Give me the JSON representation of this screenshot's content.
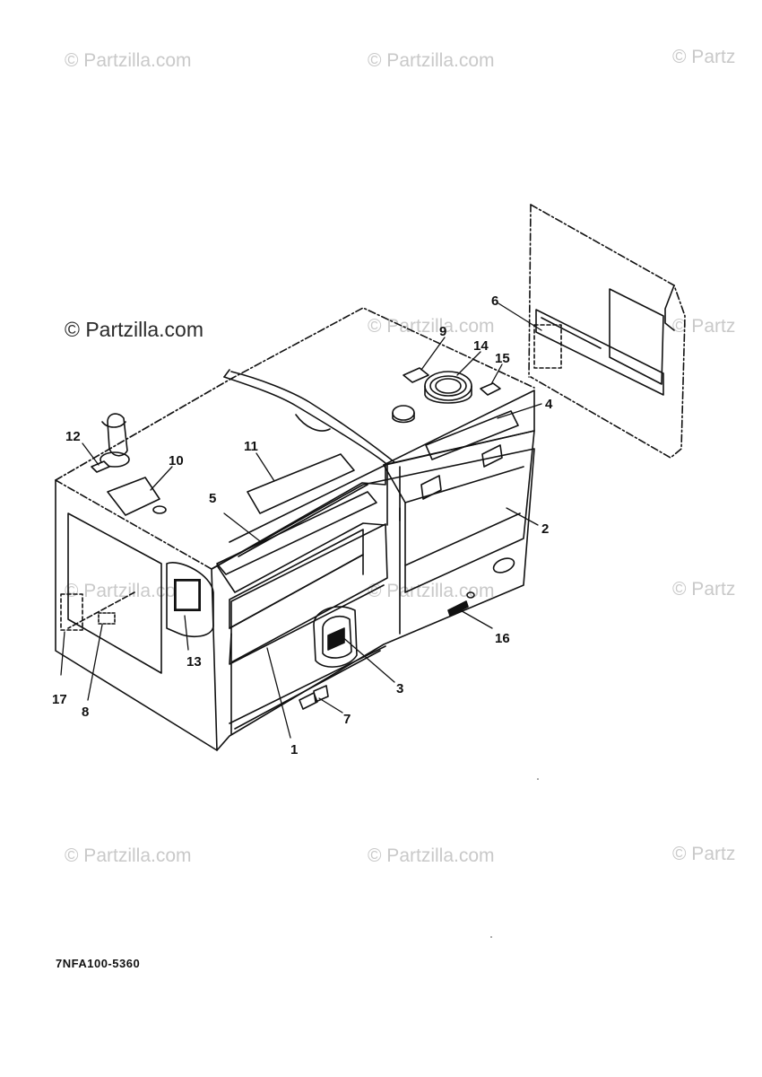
{
  "watermark": {
    "text": "© Partzilla.com",
    "short_text": "© Partz",
    "main_text": "© Partzilla.com"
  },
  "part_code": "7NFA100-5360",
  "callouts": {
    "c1": "1",
    "c2": "2",
    "c3": "3",
    "c4": "4",
    "c5": "5",
    "c6": "6",
    "c7": "7",
    "c8": "8",
    "c9": "9",
    "c10": "10",
    "c11": "11",
    "c12": "12",
    "c13": "13",
    "c14": "14",
    "c15": "15",
    "c16": "16",
    "c17": "17"
  },
  "colors": {
    "line": "#111111",
    "watermark": "#c9c9c9"
  }
}
